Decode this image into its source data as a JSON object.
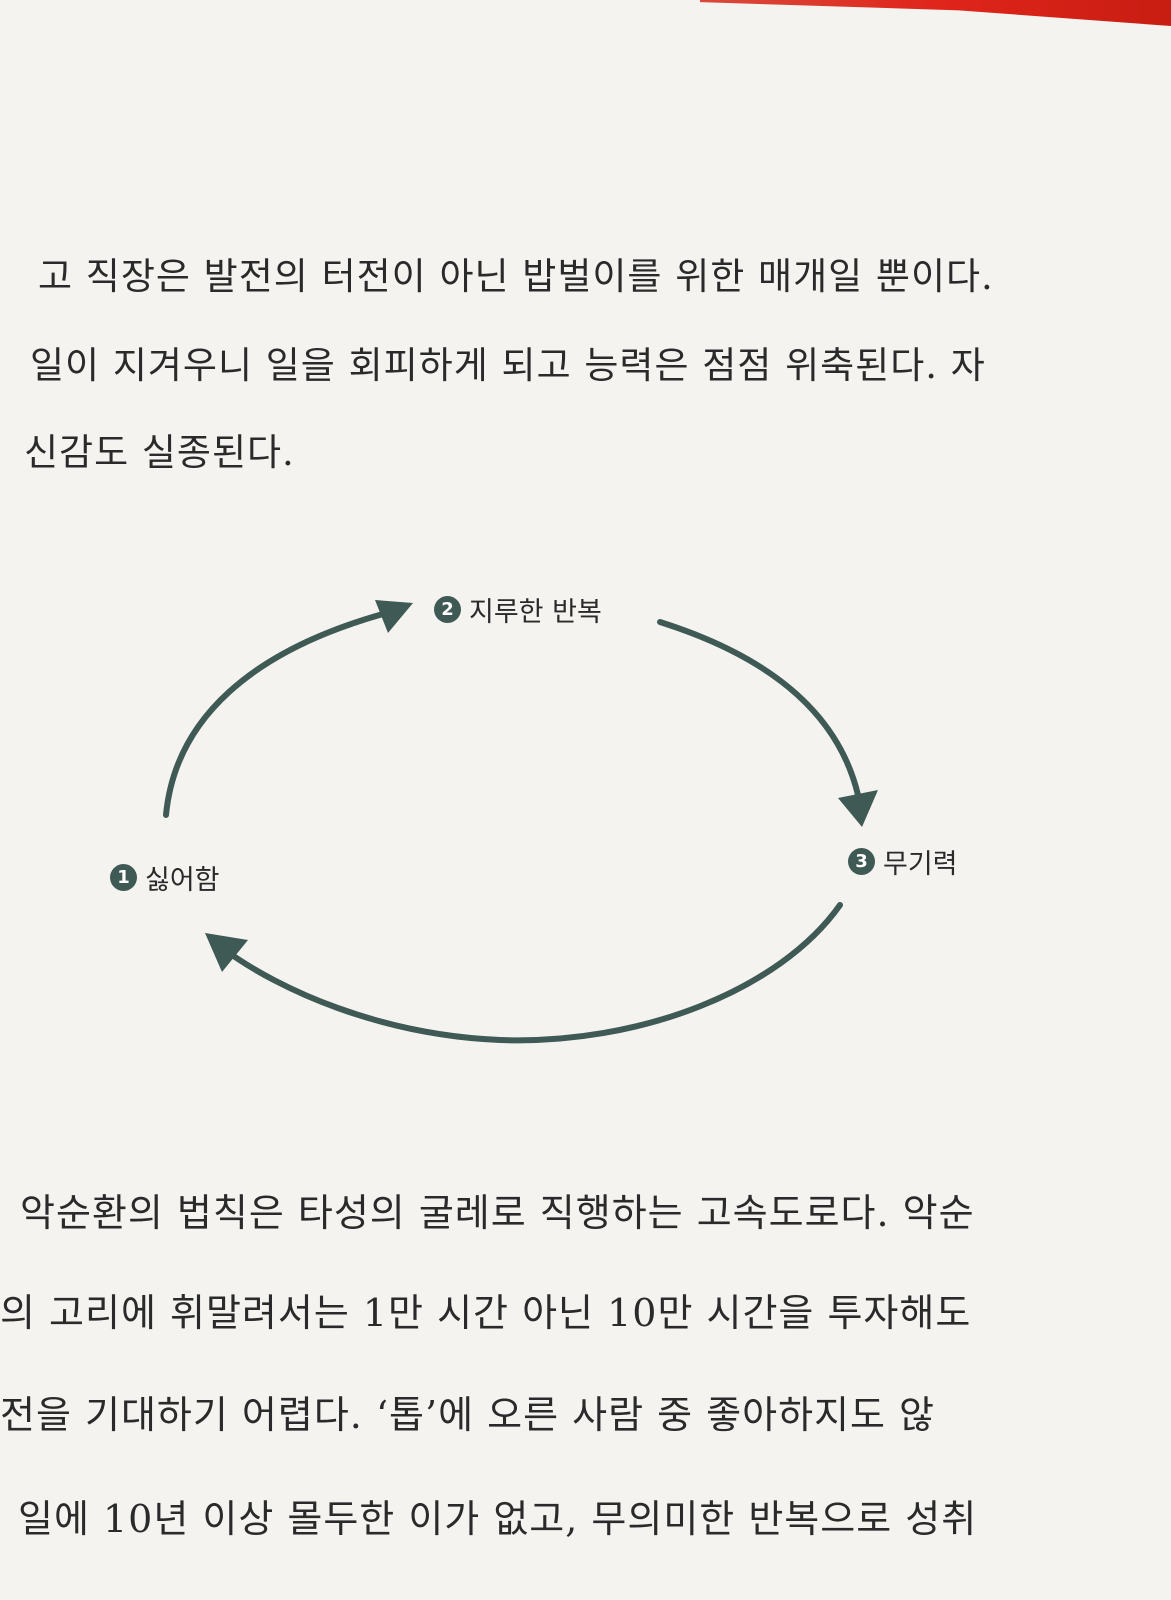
{
  "top_paragraph": {
    "lines": [
      "고 직장은 발전의 터전이 아닌 밥벌이를 위한 매개일 뿐이다.",
      "일이 지겨우니 일을 회피하게 되고 능력은 점점 위축된다. 자",
      "신감도 실종된다."
    ]
  },
  "diagram": {
    "arrow_color": "#3f5955",
    "nodes": [
      {
        "number": "1",
        "label": "싫어함"
      },
      {
        "number": "2",
        "label": "지루한 반복"
      },
      {
        "number": "3",
        "label": "무기력"
      }
    ]
  },
  "bottom_paragraph": {
    "lines": [
      "악순환의 법칙은 타성의 굴레로 직행하는 고속도로다. 악순",
      "의 고리에 휘말려서는 1만 시간 아닌 10만 시간을 투자해도",
      "전을 기대하기 어렵다. ‘톱’에 오른 사람 중 좋아하지도 않",
      "일에 10년 이상 몰두한 이가 없고, 무의미한 반복으로 성취"
    ]
  }
}
